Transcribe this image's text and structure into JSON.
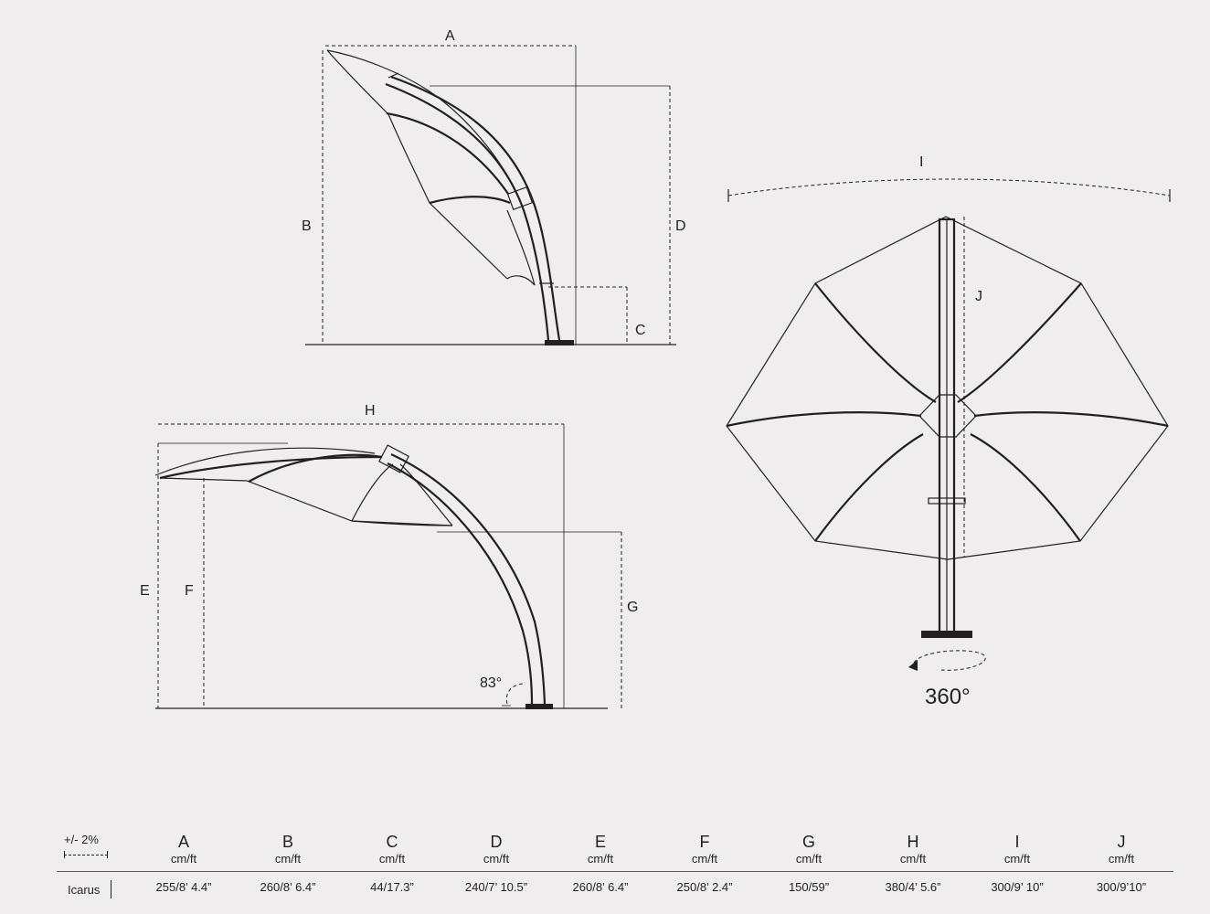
{
  "figure": {
    "dimension_labels": {
      "A": "A",
      "B": "B",
      "C": "C",
      "D": "D",
      "E": "E",
      "F": "F",
      "G": "G",
      "H": "H",
      "I": "I",
      "J": "J"
    },
    "tilt_angle_label": "83°",
    "rotation_label": "360°"
  },
  "spec_table": {
    "tolerance_label": "+/- 2%",
    "columns": [
      {
        "letter": "A",
        "unit": "cm/ft"
      },
      {
        "letter": "B",
        "unit": "cm/ft"
      },
      {
        "letter": "C",
        "unit": "cm/ft"
      },
      {
        "letter": "D",
        "unit": "cm/ft"
      },
      {
        "letter": "E",
        "unit": "cm/ft"
      },
      {
        "letter": "F",
        "unit": "cm/ft"
      },
      {
        "letter": "G",
        "unit": "cm/ft"
      },
      {
        "letter": "H",
        "unit": "cm/ft"
      },
      {
        "letter": "I",
        "unit": "cm/ft"
      },
      {
        "letter": "J",
        "unit": "cm/ft"
      }
    ],
    "rows": [
      {
        "model": "Icarus",
        "values": [
          "255/8’ 4.4”",
          "260/8’ 6.4”",
          "44/17.3”",
          "240/7’ 10.5”",
          "260/8’ 6.4”",
          "250/8’ 2.4”",
          "150/59”",
          "380/4’ 5.6”",
          "300/9’ 10”",
          "300/9’10”"
        ]
      }
    ]
  }
}
